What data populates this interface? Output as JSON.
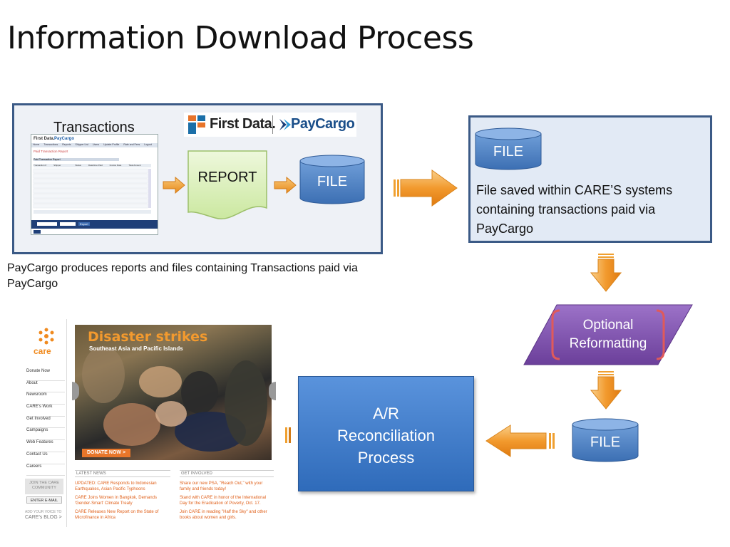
{
  "title": "Information Download Process",
  "panel1": {
    "screenshot_label": "Transactions",
    "logo_firstdata": "First Data.",
    "logo_paycargo": "PayCargo",
    "report_label": "REPORT",
    "file_label": "FILE",
    "caption": "PayCargo produces reports and files containing Transactions paid via PayCargo",
    "mini_app": {
      "logo": "First Data.",
      "brand": "PayCargo",
      "header": "Paid Transaction Report",
      "subheader": "Paid Transaction Report",
      "menu": [
        "Home",
        "Transactions",
        "Reports",
        "Shipper List",
        "Users",
        "Update Profile",
        "Rate and Fees",
        "Logout"
      ],
      "columns": [
        "Transaction #",
        "Shipper",
        "Status",
        "Date/time Paid",
        "Invoice Date",
        "Total Amount"
      ],
      "button": "Export"
    }
  },
  "panel2": {
    "file_label": "FILE",
    "caption": "File saved within CARE’S systems containing transactions paid via PayCargo"
  },
  "optional": {
    "line1": "Optional",
    "line2": "Reformatting"
  },
  "file3_label": "FILE",
  "ar": {
    "line1": "A/R",
    "line2": "Reconciliation",
    "line3": "Process"
  },
  "care_site": {
    "logo": "care",
    "nav": [
      "Donate Now",
      "About",
      "Newsroom",
      "CARE's Work",
      "Get Involved",
      "Campaigns",
      "Web Features",
      "Contact Us",
      "Careers"
    ],
    "join_label": "JOIN THE CARE COMMUNITY",
    "email_button": "ENTER E-MAIL",
    "blog_prefix": "ADD YOUR VOICE TO",
    "blog_label": "CARE's BLOG >",
    "hero_title": "Disaster strikes",
    "hero_subtitle": "Southeast Asia and Pacific Islands",
    "donate_button": "DONATE NOW >",
    "latest_news_heading": "LATEST NEWS",
    "news_items": [
      "UPDATED: CARE Responds to Indonesian Earthquakes, Asian Pacific Typhoons",
      "CARE Joins Women in Bangkok, Demands 'Gender-Smart' Climate Treaty",
      "CARE Releases New Report on the State of Microfinance in Africa"
    ],
    "get_involved_heading": "GET INVOLVED",
    "involve_items": [
      "Share our new PSA, \"Reach Out,\" with your family and friends today!",
      "Stand with CARE in honor of the International Day for the Eradication of Poverty, Oct. 17.",
      "Join CARE in reading \"Half the Sky\" and other books about women and girls."
    ]
  },
  "colors": {
    "panel_border": "#3b5a86",
    "cylinder": "#4a7fc4",
    "arrow": "#f0a030",
    "report_fill": "#d8efb6",
    "parallelogram": "#7b4ea8",
    "bracket": "#d9534f",
    "ar_box": "#3f7fcc"
  }
}
